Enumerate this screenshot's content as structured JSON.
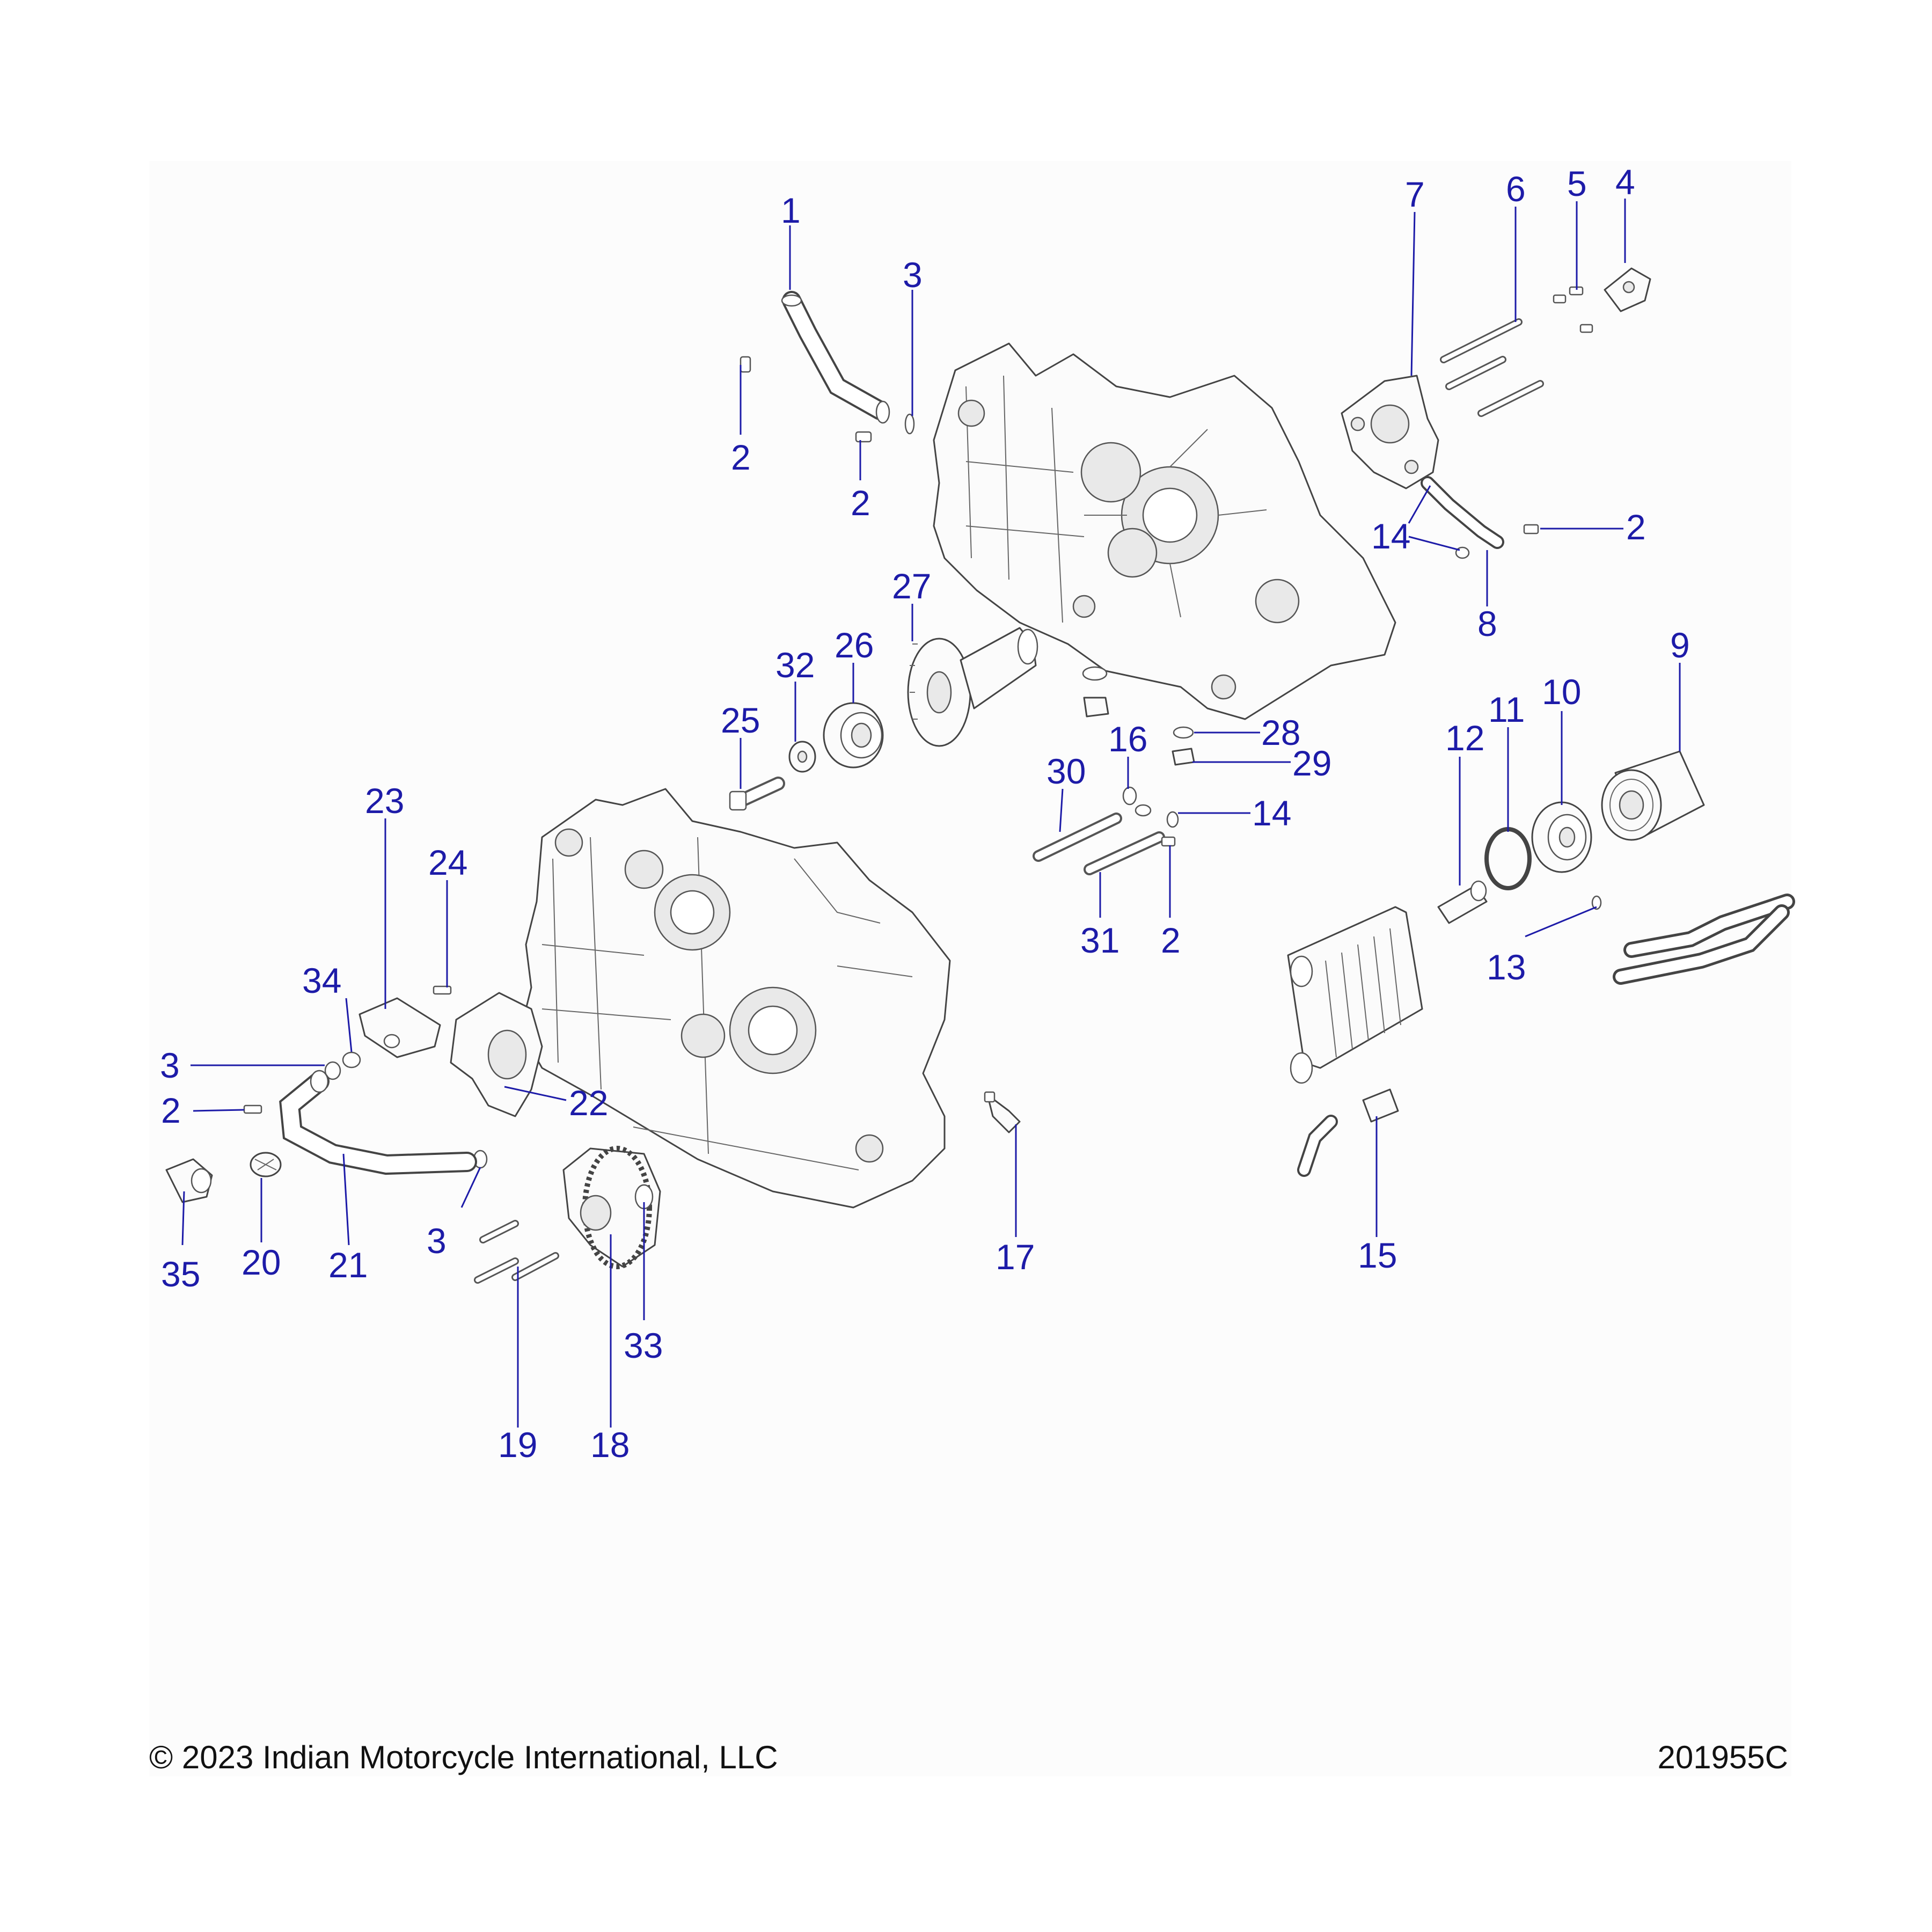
{
  "footer": {
    "copyright": "© 2023 Indian Motorcycle International, LLC",
    "drawing_number": "201955C"
  },
  "callouts": [
    {
      "id": "c1",
      "label": "1"
    },
    {
      "id": "c2a",
      "label": "2"
    },
    {
      "id": "c2b",
      "label": "2"
    },
    {
      "id": "c3a",
      "label": "3"
    },
    {
      "id": "c7",
      "label": "7"
    },
    {
      "id": "c6",
      "label": "6"
    },
    {
      "id": "c5",
      "label": "5"
    },
    {
      "id": "c4",
      "label": "4"
    },
    {
      "id": "c14a",
      "label": "14"
    },
    {
      "id": "c2c",
      "label": "2"
    },
    {
      "id": "c8",
      "label": "8"
    },
    {
      "id": "c27",
      "label": "27"
    },
    {
      "id": "c26",
      "label": "26"
    },
    {
      "id": "c32",
      "label": "32"
    },
    {
      "id": "c25",
      "label": "25"
    },
    {
      "id": "c28",
      "label": "28"
    },
    {
      "id": "c29",
      "label": "29"
    },
    {
      "id": "c16",
      "label": "16"
    },
    {
      "id": "c30",
      "label": "30"
    },
    {
      "id": "c14b",
      "label": "14"
    },
    {
      "id": "c31",
      "label": "31"
    },
    {
      "id": "c2d",
      "label": "2"
    },
    {
      "id": "c9",
      "label": "9"
    },
    {
      "id": "c10",
      "label": "10"
    },
    {
      "id": "c11",
      "label": "11"
    },
    {
      "id": "c12",
      "label": "12"
    },
    {
      "id": "c13",
      "label": "13"
    },
    {
      "id": "c23",
      "label": "23"
    },
    {
      "id": "c24",
      "label": "24"
    },
    {
      "id": "c34",
      "label": "34"
    },
    {
      "id": "c3b",
      "label": "3"
    },
    {
      "id": "c2e",
      "label": "2"
    },
    {
      "id": "c22",
      "label": "22"
    },
    {
      "id": "c3c",
      "label": "3"
    },
    {
      "id": "c35",
      "label": "35"
    },
    {
      "id": "c20",
      "label": "20"
    },
    {
      "id": "c21",
      "label": "21"
    },
    {
      "id": "c17",
      "label": "17"
    },
    {
      "id": "c15",
      "label": "15"
    },
    {
      "id": "c33",
      "label": "33"
    },
    {
      "id": "c19",
      "label": "19"
    },
    {
      "id": "c18",
      "label": "18"
    }
  ]
}
